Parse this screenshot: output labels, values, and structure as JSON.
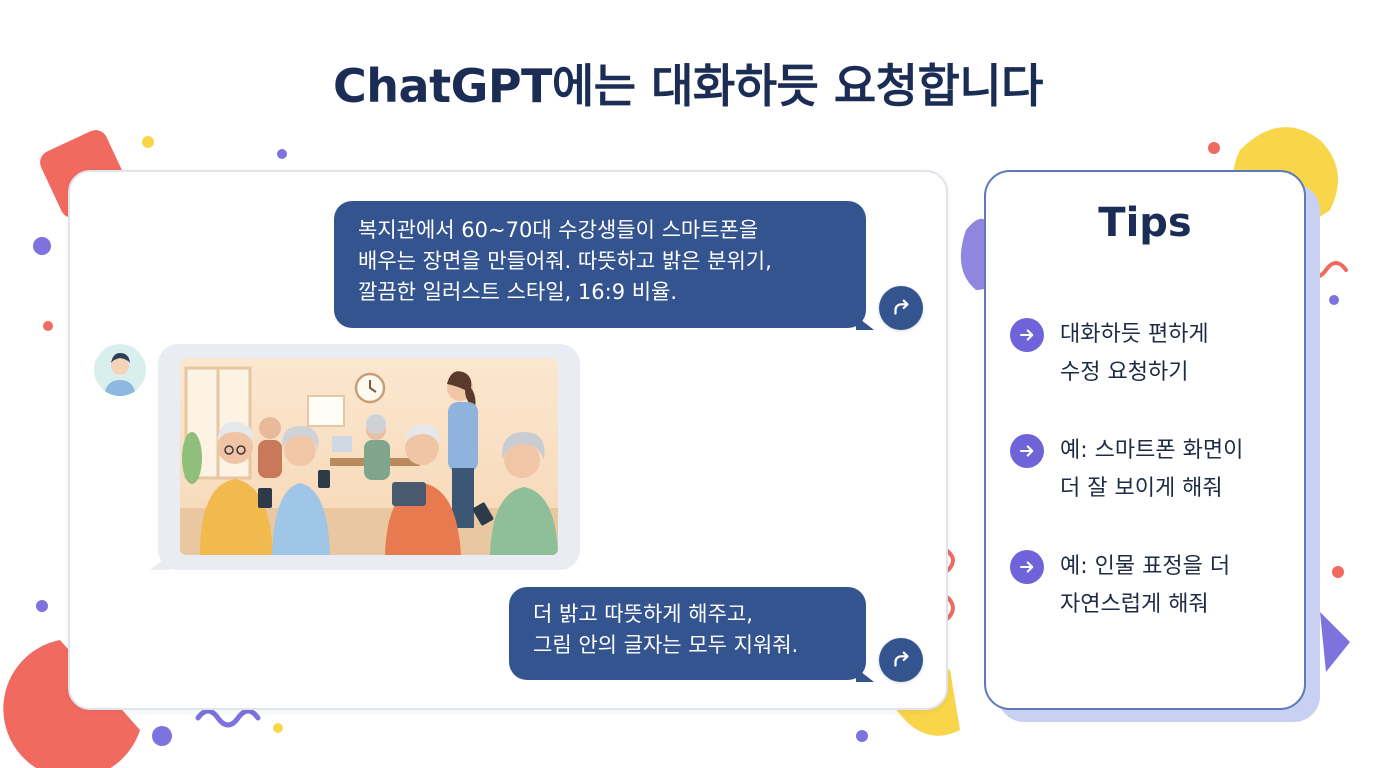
{
  "title": "ChatGPT에는 대화하듯 요청합니다",
  "chat": {
    "messages": [
      {
        "role": "user",
        "lines": [
          "복지관에서 60~70대 수강생들이 스마트폰을",
          "배우는 장면을 만들어줘. 따뜻하고 밝은 분위기,",
          "깔끔한 일러스트 스타일, 16:9 비율."
        ]
      },
      {
        "role": "assistant",
        "content": "image",
        "image_description_icon": "seniors-learning-smartphones-illustration"
      },
      {
        "role": "user",
        "lines": [
          "더 밝고 따뜻하게 해주고,",
          "그림 안의 글자는 모두 지워줘."
        ]
      }
    ],
    "send_icon": "curved-arrow-icon",
    "avatar_icon": "assistant-avatar-icon"
  },
  "tips": {
    "title": "Tips",
    "items": [
      {
        "lines": [
          "대화하듯 편하게",
          "수정 요청하기"
        ]
      },
      {
        "lines": [
          "예: 스마트폰 화면이",
          "더 잘 보이게 해줘"
        ]
      },
      {
        "lines": [
          "예: 인물 표정을 더",
          "자연스럽게 해줘"
        ]
      }
    ],
    "bullet_icon": "arrow-right-icon"
  },
  "colors": {
    "title": "#1c2d55",
    "bubble": "#34548f",
    "tips_border": "#5c79b8",
    "tip_bullet": "#6f63d9",
    "accent_red": "#f06a5f",
    "accent_yellow": "#f9d54a",
    "accent_purple": "#7d72de"
  }
}
